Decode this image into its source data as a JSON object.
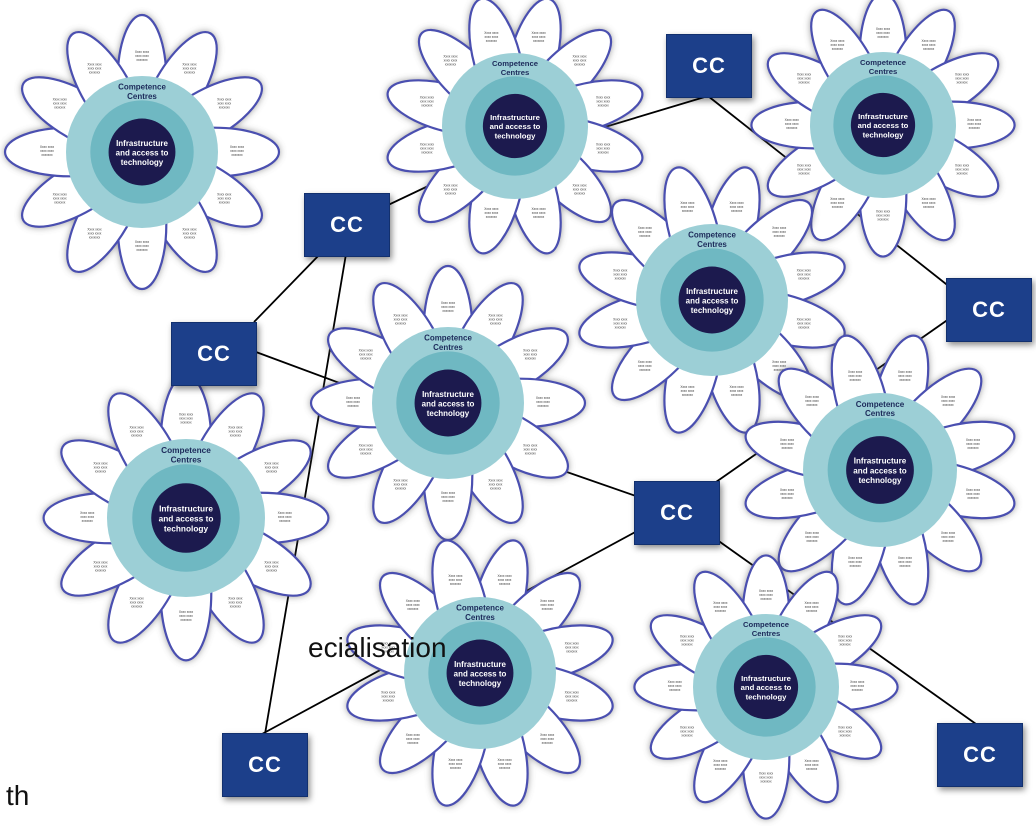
{
  "flower": {
    "outer_label": "Competence Centres",
    "inner_label": "Infrastructure and access to technology",
    "petal_text": "Xxxx xxxx xxxx xxxx xxxxxxx"
  },
  "cc_label": "CC",
  "text_fragments": {
    "line1": "ecialisation",
    "line2": "th"
  },
  "colors": {
    "petal_outline": "#4a4fb0",
    "petal_fill": "#ffffff",
    "ring_outer": "#9ccfd6",
    "ring_middle": "#6fb8c2",
    "core": "#1c1a4e",
    "cc_box": "#1c3f8a",
    "connector": "#000000"
  }
}
